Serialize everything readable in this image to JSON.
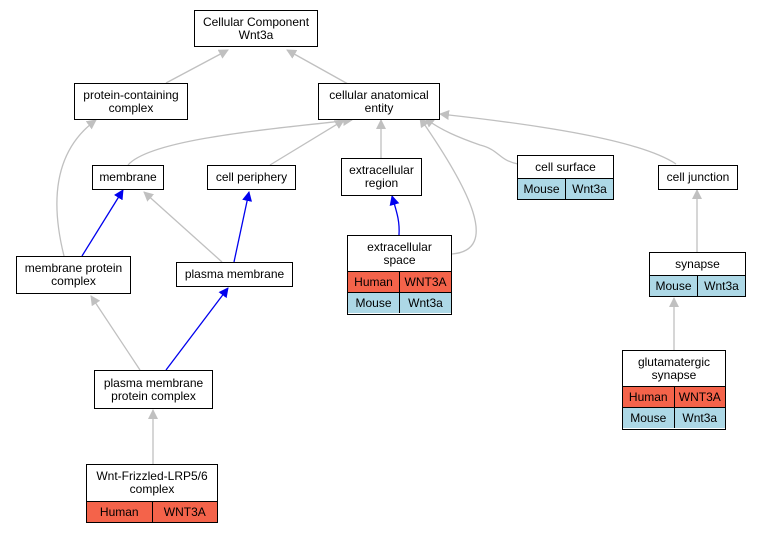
{
  "colors": {
    "is_a_edge": "#c0c0c0",
    "part_of_edge": "#0000ee",
    "human_cell": "#f4634a",
    "mouse_cell": "#add8e6"
  },
  "nodes": {
    "root": {
      "line1": "Cellular Component",
      "line2": "Wnt3a"
    },
    "protein_containing_complex": {
      "line1": "protein-containing",
      "line2": "complex"
    },
    "cellular_anatomical_entity": {
      "line1": "cellular anatomical",
      "line2": "entity"
    },
    "membrane": {
      "line1": "membrane"
    },
    "cell_periphery": {
      "line1": "cell periphery"
    },
    "extracellular_region": {
      "line1": "extracellular",
      "line2": "region"
    },
    "cell_surface": {
      "line1": "cell surface",
      "species": "Mouse",
      "gene": "Wnt3a"
    },
    "cell_junction": {
      "line1": "cell junction"
    },
    "extracellular_space": {
      "line1": "extracellular",
      "line2": "space",
      "human": {
        "species": "Human",
        "gene": "WNT3A"
      },
      "mouse": {
        "species": "Mouse",
        "gene": "Wnt3a"
      }
    },
    "membrane_protein_complex": {
      "line1": "membrane protein",
      "line2": "complex"
    },
    "plasma_membrane": {
      "line1": "plasma membrane"
    },
    "synapse": {
      "line1": "synapse",
      "species": "Mouse",
      "gene": "Wnt3a"
    },
    "plasma_membrane_protein_complex": {
      "line1": "plasma membrane",
      "line2": "protein complex"
    },
    "glutamatergic_synapse": {
      "line1": "glutamatergic",
      "line2": "synapse",
      "human": {
        "species": "Human",
        "gene": "WNT3A"
      },
      "mouse": {
        "species": "Mouse",
        "gene": "Wnt3a"
      }
    },
    "wnt_frizzled_complex": {
      "line1": "Wnt-Frizzled-LRP5/6",
      "line2": "complex",
      "species": "Human",
      "gene": "WNT3A"
    }
  }
}
